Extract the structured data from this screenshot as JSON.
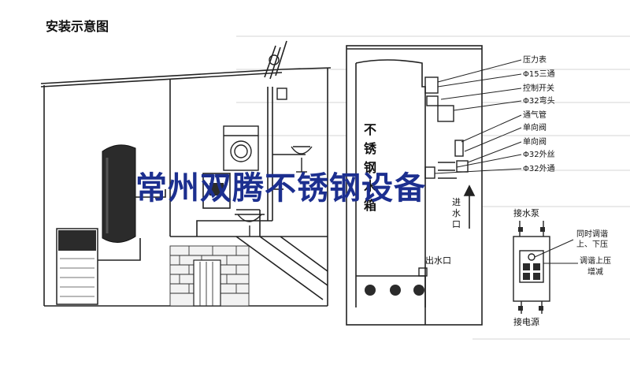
{
  "title": "安装示意图",
  "watermark": "常州双腾不锈钢设备",
  "tank": {
    "vertical_label": [
      "不",
      "锈",
      "钢",
      "水",
      "箱"
    ],
    "inlet_label": [
      "进",
      "水",
      "口"
    ],
    "outlet_label": "出水口"
  },
  "callouts": [
    "压力表",
    "Φ15三通",
    "控制开关",
    "Φ32弯头",
    "通气管",
    "单向阀",
    "单向阀",
    "Φ32外丝",
    "Φ32外通"
  ],
  "control_box": {
    "pump_label": "接水泵",
    "power_label": "接电源",
    "adjust_both_label": [
      "同时调谐",
      "上、下压"
    ],
    "adjust_upper_label": [
      "调谐上压",
      "增减"
    ]
  },
  "colors": {
    "line": "#222222",
    "watermark": "#1c2f8f",
    "ghost_text": "#c8c8c8"
  }
}
